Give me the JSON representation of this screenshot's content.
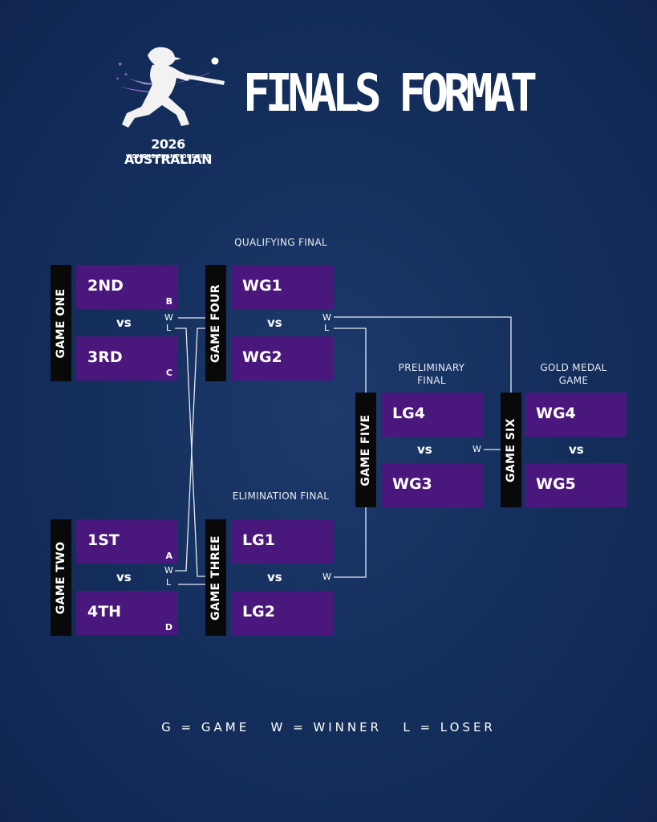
{
  "header": {
    "title": "FINALS FORMAT",
    "logo_year_line": "2026 AUSTRALIAN",
    "logo_sub_line": "WOMENS CHAMPIONSHIPS"
  },
  "section_labels": {
    "qualifying": "QUALIFYING FINAL",
    "elimination": "ELIMINATION FINAL",
    "preliminary": "PRELIMINARY FINAL",
    "gold": "GOLD MEDAL GAME"
  },
  "games": {
    "one": {
      "label": "GAME ONE",
      "top": "2ND",
      "top_seed": "B",
      "bottom": "3RD",
      "bottom_seed": "C",
      "vs": "vs",
      "win": "W",
      "lose": "L"
    },
    "two": {
      "label": "GAME TWO",
      "top": "1ST",
      "top_seed": "A",
      "bottom": "4TH",
      "bottom_seed": "D",
      "vs": "vs",
      "win": "W",
      "lose": "L"
    },
    "four": {
      "label": "GAME FOUR",
      "top": "WG1",
      "bottom": "WG2",
      "vs": "vs",
      "win": "W",
      "lose": "L"
    },
    "three": {
      "label": "GAME THREE",
      "top": "LG1",
      "bottom": "LG2",
      "vs": "vs",
      "win": "W"
    },
    "five": {
      "label": "GAME FIVE",
      "top": "LG4",
      "bottom": "WG3",
      "vs": "vs",
      "win": "W"
    },
    "six": {
      "label": "GAME SIX",
      "top": "WG4",
      "bottom": "WG5",
      "vs": "vs"
    }
  },
  "legend": "G = GAME   W = WINNER   L = LOSER",
  "colors": {
    "background": "#15305e",
    "team_box": "#4a177c",
    "game_bar": "#090909",
    "logo_accent": "#9b6fe0"
  }
}
